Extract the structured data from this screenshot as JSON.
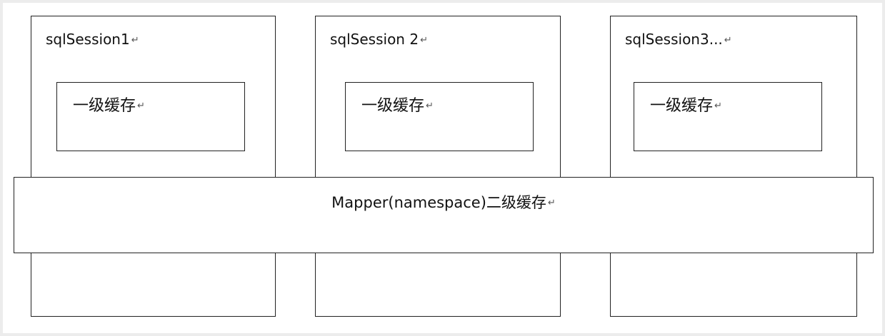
{
  "sessions": [
    {
      "title": "sqlSession1",
      "cache_label": "一级缓存"
    },
    {
      "title": "sqlSession 2",
      "cache_label": "一级缓存"
    },
    {
      "title": "sqlSession3...",
      "cache_label": "一级缓存"
    }
  ],
  "mapper": {
    "label": "Mapper(namespace)二级缓存"
  },
  "paragraph_mark": "↵"
}
